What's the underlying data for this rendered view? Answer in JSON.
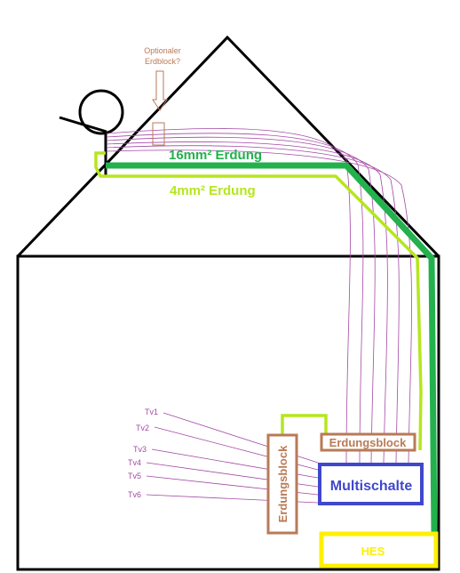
{
  "labels": {
    "optional_block": [
      "Optionaler",
      "Erdblock?"
    ],
    "ground_16": "16mm² Erdung",
    "ground_4": "4mm² Erdung",
    "erdungsblock_vertical": "Erdungsblock",
    "erdungsblock_horizontal": "Erdungsblock",
    "multiswitch": "Multischalte",
    "hes": "HES"
  },
  "tv_outputs": [
    "Tv1",
    "Tv2",
    "Tv3",
    "Tv4",
    "Tv5",
    "Tv6"
  ],
  "colors": {
    "outline": "#000000",
    "ground_16": "#22b14c",
    "ground_4": "#b5e61d",
    "coax": "#a349a4",
    "block": "#b97a57",
    "multiswitch": "#3f48cc",
    "hes": "#ffef00",
    "label_top": "#b97a57"
  }
}
